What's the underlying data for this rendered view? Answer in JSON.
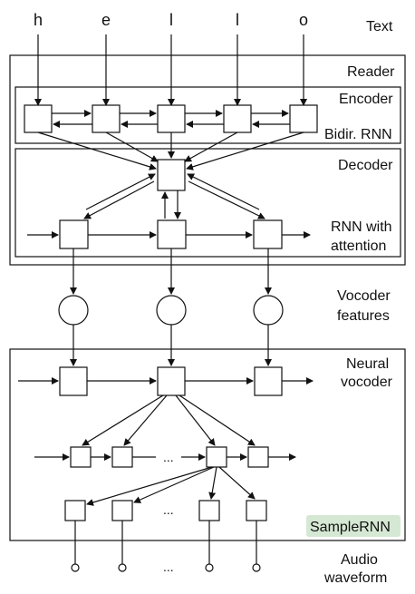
{
  "input_chars": [
    "h",
    "e",
    "l",
    "l",
    "o"
  ],
  "labels": {
    "text": "Text",
    "reader": "Reader",
    "encoder": "Encoder",
    "bidir": "Bidir. RNN",
    "decoder": "Decoder",
    "rnn_with": "RNN with",
    "attention": "attention",
    "vocoder": "Vocoder",
    "features": "features",
    "neural": "Neural",
    "vocoder2": "vocoder",
    "samplernn": "SampleRNN",
    "audio": "Audio",
    "waveform": "waveform",
    "ellipsis": "..."
  },
  "colors": {
    "samplernn_badge": "#d5e8d4",
    "stroke": "#111111"
  }
}
